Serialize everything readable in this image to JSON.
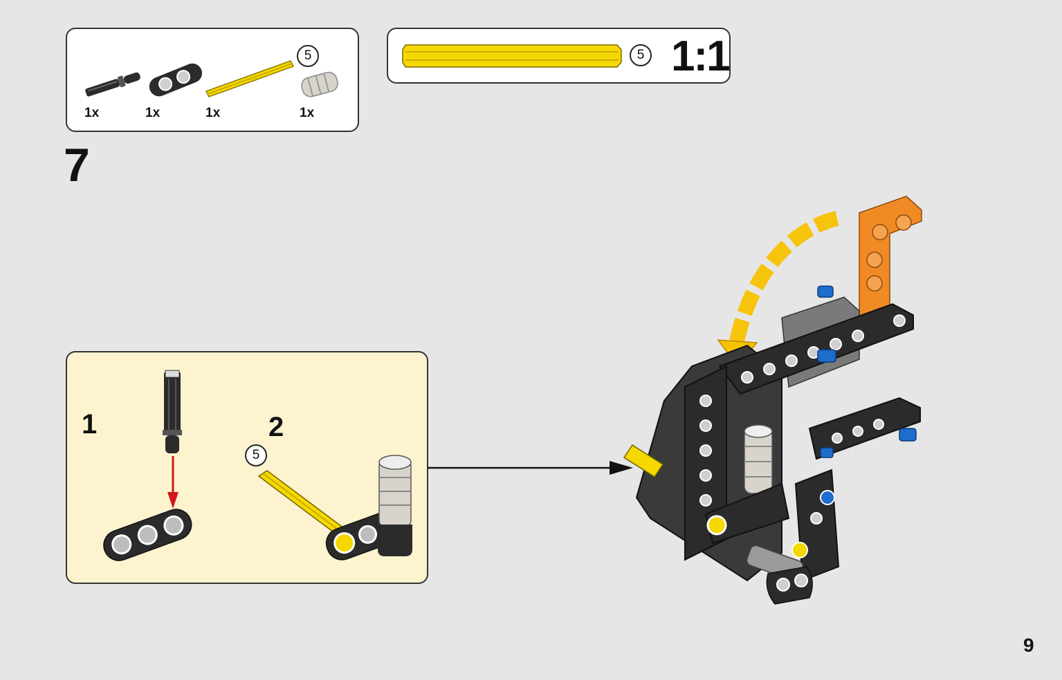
{
  "step": {
    "number": "7"
  },
  "parts_list": {
    "items": [
      {
        "name": "axle-pin-black",
        "quantity": "1x"
      },
      {
        "name": "beam-2-black",
        "quantity": "1x"
      },
      {
        "name": "axle-5-yellow",
        "quantity": "1x",
        "length": "5"
      },
      {
        "name": "bush-white-grey",
        "quantity": "1x"
      }
    ]
  },
  "scale_reference": {
    "length": "5",
    "ratio": "1:1"
  },
  "sub_assembly": {
    "steps": [
      {
        "number": "1"
      },
      {
        "number": "2",
        "axle_length": "5"
      }
    ]
  },
  "page": {
    "number": "9"
  },
  "colors": {
    "background": "#e6e6e6",
    "subassembly_bg": "#fdf4cf",
    "axle_yellow": "#f5d800",
    "arrow_red": "#d0161b",
    "rotation_arrow": "#f7c200",
    "part_black": "#2b2b2b",
    "part_orange": "#f08a24",
    "part_blue": "#1e6ccc"
  }
}
